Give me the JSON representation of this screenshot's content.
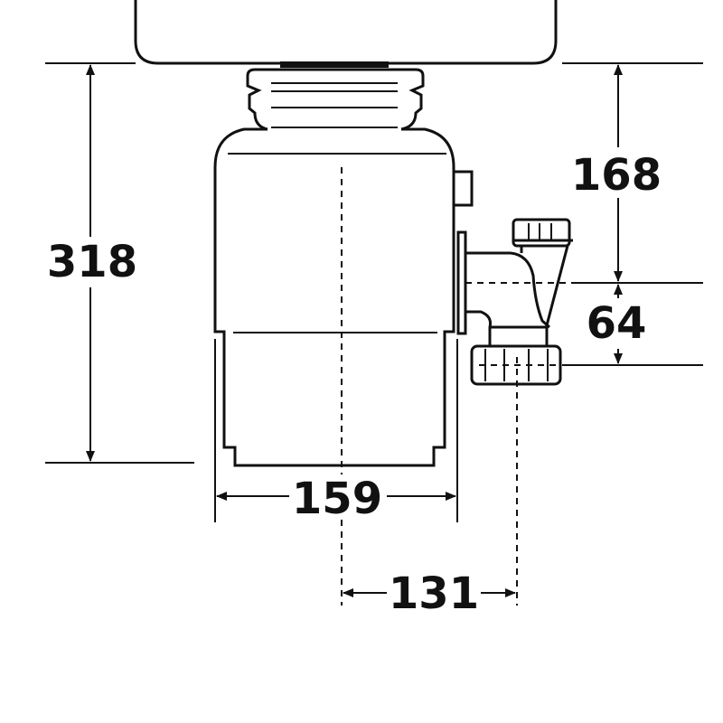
{
  "title": "Food waste disposer dimensions",
  "dimensions": {
    "total_height": "318",
    "inlet_height": "168",
    "outlet_offset": "64",
    "body_width": "159",
    "outlet_distance": "131"
  },
  "colors": {
    "line": "#111111",
    "background": "#ffffff"
  }
}
